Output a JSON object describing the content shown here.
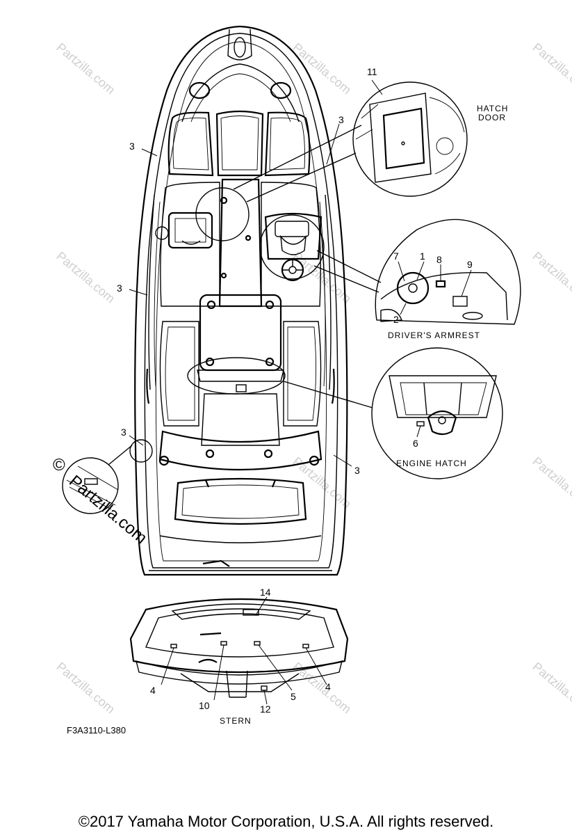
{
  "watermarks": {
    "site": "Partzilla.com",
    "symbol": "©",
    "overlay_text": "Partzilla.com"
  },
  "callouts": {
    "c11": "11",
    "c3_top_right": "3",
    "c3_top_left": "3",
    "c3_mid_left": "3",
    "c3_lower_left": "3",
    "c3_lower_right": "3",
    "c7": "7",
    "c1": "1",
    "c8": "8",
    "c9": "9",
    "c2": "2",
    "c6": "6",
    "c14": "14",
    "c4_left": "4",
    "c4_right": "4",
    "c10": "10",
    "c5": "5",
    "c12": "12"
  },
  "captions": {
    "hatch_door_line1": "HATCH",
    "hatch_door_line2": "DOOR",
    "drivers_armrest": "DRIVER'S ARMREST",
    "engine_hatch": "ENGINE HATCH",
    "stern": "STERN"
  },
  "figure_code": "F3A3110-L380",
  "copyright": "©2017  Yamaha Motor Corporation, U.S.A. All rights reserved.",
  "colors": {
    "line": "#000000",
    "watermark": "#cfcfcf",
    "background": "#ffffff"
  }
}
